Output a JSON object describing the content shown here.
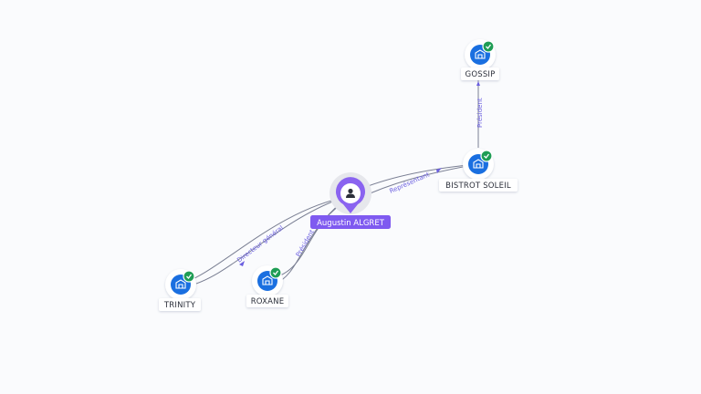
{
  "colors": {
    "company": "#1a6fe0",
    "verified": "#1f9d55",
    "person": "#8a63f0",
    "person_label_bg": "#7f5af0",
    "edge": "#7a7f93",
    "edge_label": "#6a5ee0"
  },
  "person": {
    "label": "Augustin ALGRET",
    "icon": "user-icon"
  },
  "companies": {
    "gossip": {
      "label": "GOSSIP",
      "icon": "building-icon",
      "verified": true
    },
    "bistrot_soleil": {
      "label": "BISTROT SOLEIL",
      "icon": "building-icon",
      "verified": true
    },
    "trinity": {
      "label": "TRINITY",
      "icon": "building-icon",
      "verified": true
    },
    "roxane": {
      "label": "ROXANE",
      "icon": "building-icon",
      "verified": true
    }
  },
  "edges": {
    "gossip_bistrot": {
      "label": "Président"
    },
    "person_bistrot": {
      "label": "Représentant"
    },
    "person_trinity": {
      "label": "Directeur général"
    },
    "person_roxane": {
      "label": "Président"
    }
  }
}
